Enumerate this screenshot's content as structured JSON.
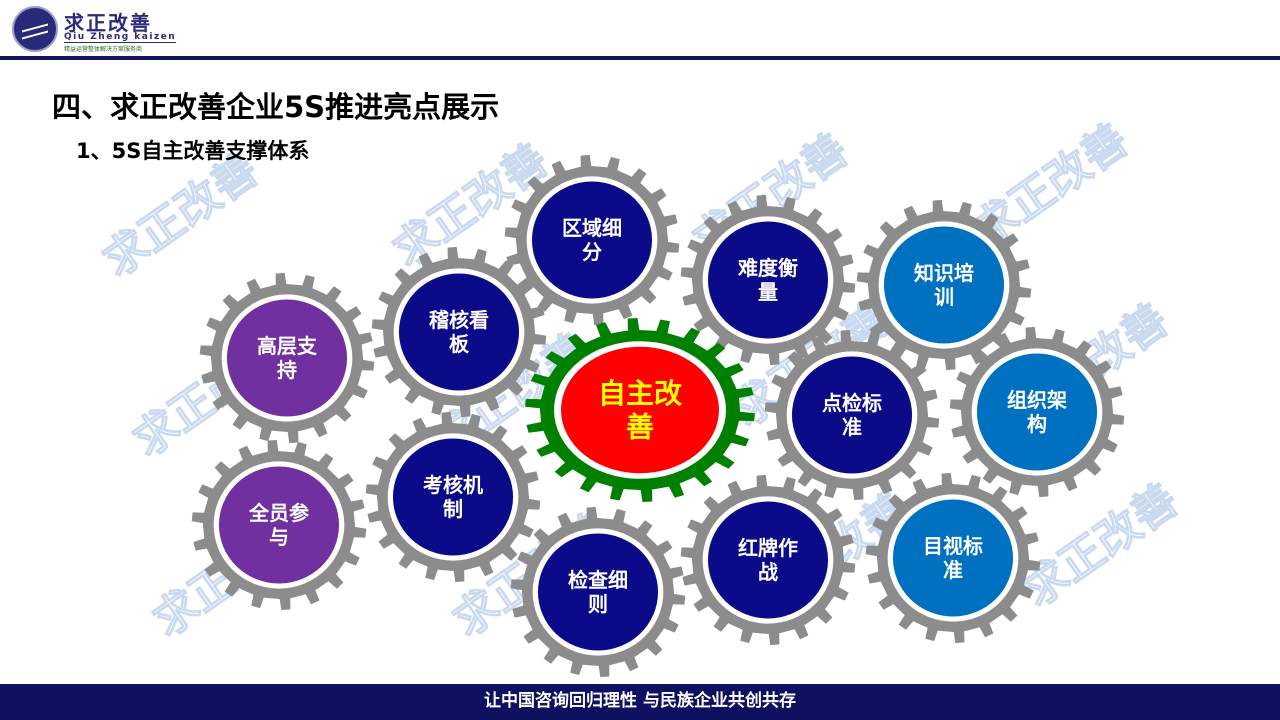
{
  "logo": {
    "title": "求正改善",
    "subtitle": "Qiu Zheng kaizen",
    "tagline": "精益运营整体解决方案服务商"
  },
  "heading": "四、求正改善企业5S推进亮点展示",
  "subheading": "1、5S自主改善支撑体系",
  "watermark": "求正改善",
  "colors": {
    "navy": "#0b0b8a",
    "purple": "#7030a0",
    "blue": "#0070c0",
    "red": "#ff0000",
    "green": "#008000",
    "gray": "#8c8c8c",
    "yellow": "#ffff00"
  },
  "gears": [
    {
      "id": "area",
      "lines": [
        "区域细",
        "分"
      ],
      "color": "navy"
    },
    {
      "id": "difficulty",
      "lines": [
        "难度衡",
        "量"
      ],
      "color": "navy"
    },
    {
      "id": "training",
      "lines": [
        "知识培",
        "训"
      ],
      "color": "blue"
    },
    {
      "id": "leadership",
      "lines": [
        "高层支",
        "持"
      ],
      "color": "purple"
    },
    {
      "id": "audit-board",
      "lines": [
        "稽核看",
        "板"
      ],
      "color": "navy"
    },
    {
      "id": "center",
      "lines": [
        "自主改",
        "善"
      ],
      "color": "red"
    },
    {
      "id": "inspection-std",
      "lines": [
        "点检标",
        "准"
      ],
      "color": "navy"
    },
    {
      "id": "organization",
      "lines": [
        "组织架",
        "构"
      ],
      "color": "blue"
    },
    {
      "id": "all-staff",
      "lines": [
        "全员参",
        "与"
      ],
      "color": "purple"
    },
    {
      "id": "assessment",
      "lines": [
        "考核机",
        "制"
      ],
      "color": "navy"
    },
    {
      "id": "check-rules",
      "lines": [
        "检查细",
        "则"
      ],
      "color": "navy"
    },
    {
      "id": "red-tag",
      "lines": [
        "红牌作",
        "战"
      ],
      "color": "navy"
    },
    {
      "id": "visual-std",
      "lines": [
        "目视标",
        "准"
      ],
      "color": "blue"
    }
  ],
  "footer": "让中国咨询回归理性  与民族企业共创共存"
}
